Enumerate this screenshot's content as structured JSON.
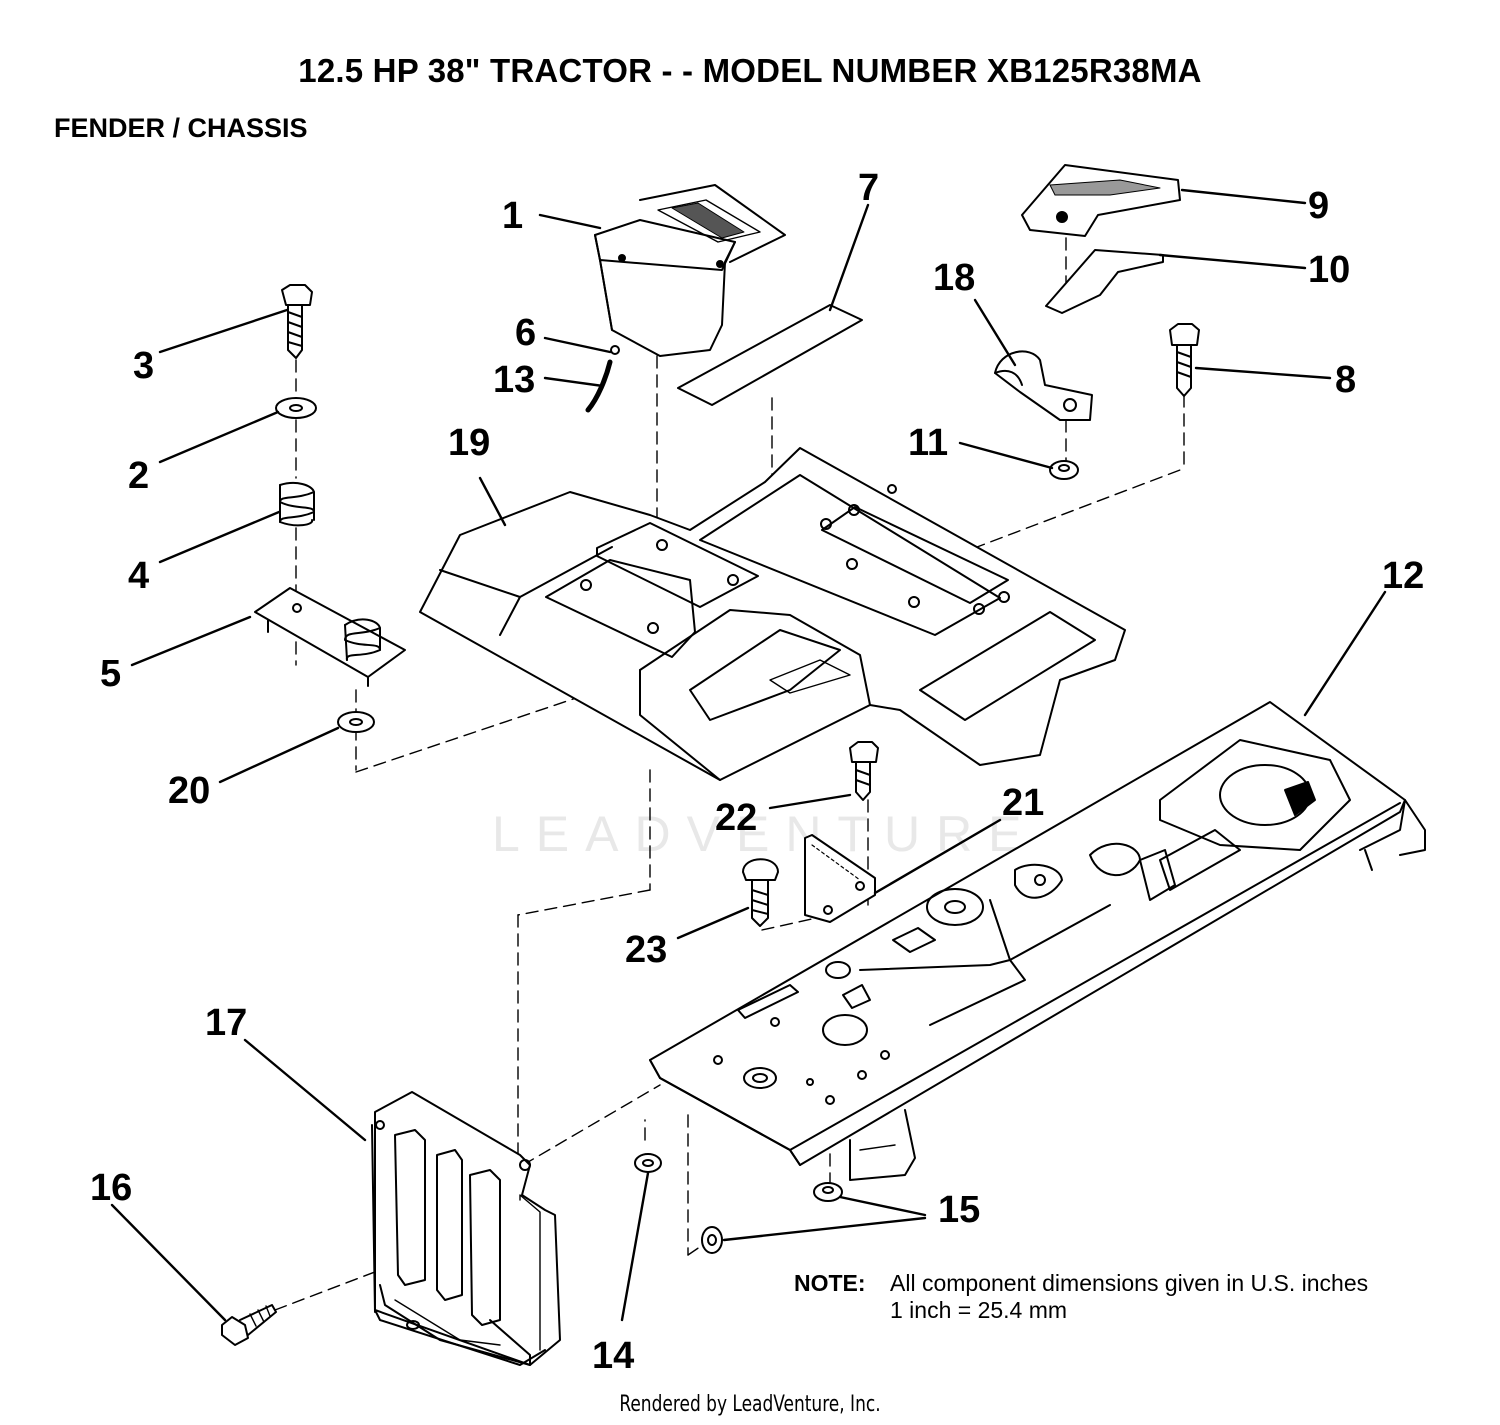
{
  "header": {
    "title": "12.5 HP 38\" TRACTOR - - MODEL NUMBER XB125R38MA",
    "section": "FENDER / CHASSIS"
  },
  "callouts": {
    "c1": "1",
    "c2": "2",
    "c3": "3",
    "c4": "4",
    "c5": "5",
    "c6": "6",
    "c7": "7",
    "c8": "8",
    "c9": "9",
    "c10": "10",
    "c11": "11",
    "c12": "12",
    "c13": "13",
    "c14": "14",
    "c15": "15",
    "c16": "16",
    "c17": "17",
    "c18": "18",
    "c19": "19",
    "c20": "20",
    "c21": "21",
    "c22": "22",
    "c23": "23"
  },
  "watermark": "LEADVENTURE",
  "note": {
    "label": "NOTE:",
    "line1": "All component dimensions given in U.S. inches",
    "line2": "1 inch = 25.4 mm"
  },
  "footer": "Rendered by LeadVenture, Inc."
}
